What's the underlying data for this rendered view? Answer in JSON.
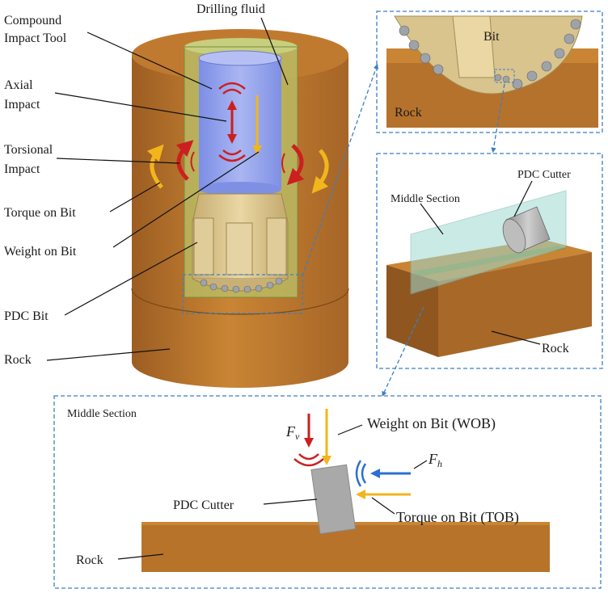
{
  "labels": {
    "compound_impact_tool_1": "Compound",
    "compound_impact_tool_2": "Impact Tool",
    "drilling_fluid": "Drilling fluid",
    "axial_impact_1": "Axial",
    "axial_impact_2": "Impact",
    "torsional_impact_1": "Torsional",
    "torsional_impact_2": "Impact",
    "torque_on_bit": "Torque on Bit",
    "weight_on_bit": "Weight on Bit",
    "pdc_bit": "PDC Bit",
    "rock_main": "Rock",
    "bit": "Bit",
    "rock_zoom": "Rock",
    "pdc_cutter_zoom": "PDC Cutter",
    "middle_section_zoom": "Middle Section",
    "rock_block": "Rock",
    "middle_section_title": "Middle Section",
    "fv_symbol": "F",
    "fv_sub": "v",
    "fh_symbol": "F",
    "fh_sub": "h",
    "wob": "Weight on Bit (WOB)",
    "tob": "Torque on Bit (TOB)",
    "pdc_cutter_section": "PDC Cutter",
    "rock_section": "Rock"
  },
  "colors": {
    "rock": "#b8732b",
    "rock_dark": "#8f5620",
    "tool_blue": "#8c9be8",
    "fluid_green": "#b9c36a",
    "bit_tan": "#d9c48e",
    "cutter_gray": "#a9a9a9",
    "impact_red": "#cc1f1f",
    "force_yellow": "#f2b51c",
    "force_blue": "#2d6fd0",
    "dashed_box": "#3b7fc4"
  }
}
